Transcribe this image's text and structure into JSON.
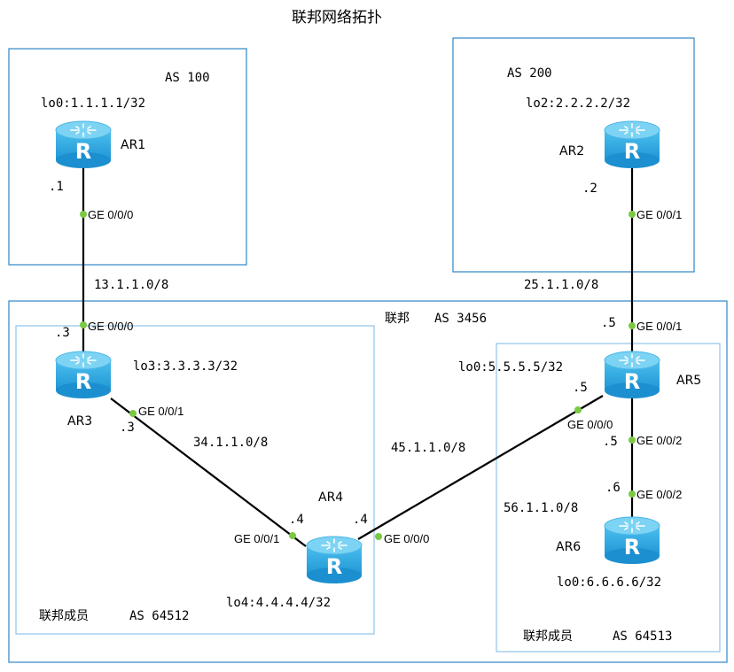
{
  "title": "联邦网络拓扑",
  "boxes": {
    "as100": "AS 100",
    "as200": "AS 200",
    "confed_cn": "联邦",
    "confed_as": "AS 3456",
    "member1_cn": "联邦成员",
    "member1_as": "AS 64512",
    "member2_cn": "联邦成员",
    "member2_as": "AS 64513"
  },
  "routers": {
    "ar1": {
      "name": "AR1",
      "loopback": "lo0:1.1.1.1/32"
    },
    "ar2": {
      "name": "AR2",
      "loopback": "lo2:2.2.2.2/32"
    },
    "ar3": {
      "name": "AR3",
      "loopback": "lo3:3.3.3.3/32"
    },
    "ar4": {
      "name": "AR4",
      "loopback": "lo4:4.4.4.4/32"
    },
    "ar5": {
      "name": "AR5",
      "loopback": "lo0:5.5.5.5/32"
    },
    "ar6": {
      "name": "AR6",
      "loopback": "lo0:6.6.6.6/32"
    }
  },
  "subnets": {
    "ar1_ar3": "13.1.1.0/8",
    "ar2_ar5": "25.1.1.0/8",
    "ar3_ar4": "34.1.1.0/8",
    "ar4_ar5": "45.1.1.0/8",
    "ar5_ar6": "56.1.1.0/8"
  },
  "interfaces": {
    "ar1_ge": "GE 0/0/0",
    "ar1_host": ".1",
    "ar2_ge": "GE 0/0/1",
    "ar2_host": ".2",
    "ar3_up_ge": "GE 0/0/0",
    "ar3_up_host": ".3",
    "ar3_r_ge": "GE 0/0/1",
    "ar3_r_host": ".3",
    "ar4_l_ge": "GE 0/0/1",
    "ar4_l_host": ".4",
    "ar4_r_ge": "GE 0/0/0",
    "ar4_r_host": ".4",
    "ar5_up_ge": "GE 0/0/1",
    "ar5_up_host": ".5",
    "ar5_l_ge": "GE 0/0/0",
    "ar5_l_host": ".5",
    "ar5_down_ge": "GE 0/0/2",
    "ar5_down_host": ".5",
    "ar6_ge": "GE 0/0/2",
    "ar6_host": ".6"
  },
  "colors": {
    "router_body": "#3fb2e6",
    "box_outer": "#2e86c8",
    "box_inner": "#8ec4ea",
    "port": "#7ac943"
  },
  "icons": {
    "router": "router-icon",
    "port": "port-dot"
  }
}
